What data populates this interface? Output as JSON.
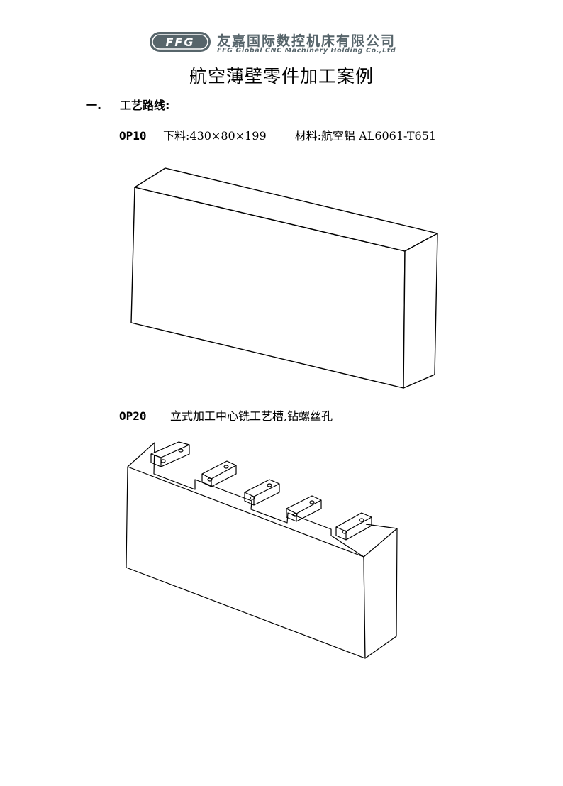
{
  "header": {
    "logo_text": "FFG",
    "company_cn": "友嘉国际数控机床有限公司",
    "company_en": "FFG Global CNC Machinery Holding Co.,Ltd",
    "brand_color": "#57656b",
    "logo_fill": "#2e8f7a"
  },
  "title": "航空薄壁零件加工案例",
  "section": {
    "number": "一.",
    "heading": "工艺路线:"
  },
  "operations": [
    {
      "code": "OP10",
      "description": "下料:430×80×199",
      "material": "材料:航空铝 AL6061-T651"
    },
    {
      "code": "OP20",
      "description": "立式加工中心铣工艺槽,钻螺丝孔"
    }
  ]
}
